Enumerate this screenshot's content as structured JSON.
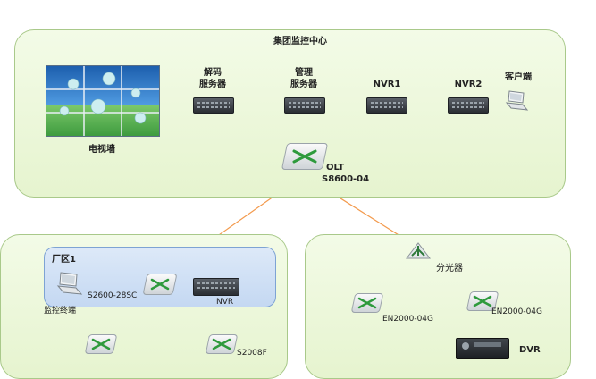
{
  "top_panel": {
    "title": "集团监控中心"
  },
  "video_wall": {
    "label": "电视墙"
  },
  "servers": {
    "decode_l1": "解码",
    "decode_l2": "服务器",
    "manage_l1": "管理",
    "manage_l2": "服务器",
    "nvr1": "NVR1",
    "nvr2": "NVR2",
    "client": "客户端"
  },
  "olt": {
    "l1": "OLT",
    "l2": "S8600-04"
  },
  "factory": {
    "title": "厂区1",
    "switch_model": "S2600-28SC",
    "terminal": "监控终端",
    "nvr": "NVR",
    "edge_switch": "S2008F"
  },
  "splitter": {
    "label": "分光器"
  },
  "en_left": "EN2000-04G",
  "en_right": "EN2000-04G",
  "dvr": "DVR",
  "colors": {
    "panel_green": "#e6f4cf",
    "factory_blue": "#cfe0f6",
    "fiber": "#f39a4d",
    "switch_green": "#2e9a3c"
  }
}
